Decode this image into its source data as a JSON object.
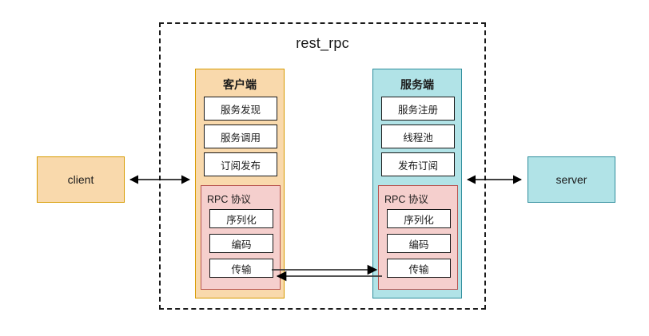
{
  "diagram": {
    "title": "rest_rpc",
    "external": {
      "client": {
        "label": "client",
        "fill": "#f9d9ac",
        "stroke": "#d79b00"
      },
      "server": {
        "label": "server",
        "fill": "#b1e3e7",
        "stroke": "#2e8d9c"
      }
    },
    "panels": [
      {
        "id": "client-panel",
        "title": "客户端",
        "fill": "#f9d9ac",
        "stroke": "#d79b00",
        "items": [
          "服务发现",
          "服务调用",
          "订阅发布"
        ],
        "rpc": {
          "title": "RPC 协议",
          "fill": "#f5cfcd",
          "stroke": "#b85450",
          "items": [
            "序列化",
            "编码",
            "传输"
          ]
        }
      },
      {
        "id": "server-panel",
        "title": "服务端",
        "fill": "#b1e3e7",
        "stroke": "#2e8d9c",
        "items": [
          "服务注册",
          "线程池",
          "发布订阅"
        ],
        "rpc": {
          "title": "RPC 协议",
          "fill": "#f5cfcd",
          "stroke": "#b85450",
          "items": [
            "序列化",
            "编码",
            "传输"
          ]
        }
      }
    ],
    "connectors": [
      {
        "name": "client-to-clientpanel",
        "kind": "double-arrow",
        "direction": "both"
      },
      {
        "name": "serverpanel-to-server",
        "kind": "double-arrow",
        "direction": "both"
      },
      {
        "name": "transport-request",
        "kind": "arrow",
        "direction": "right"
      },
      {
        "name": "transport-response",
        "kind": "arrow",
        "direction": "left"
      }
    ],
    "boundary": {
      "style": "dashed",
      "color": "#1a1a1a"
    }
  }
}
